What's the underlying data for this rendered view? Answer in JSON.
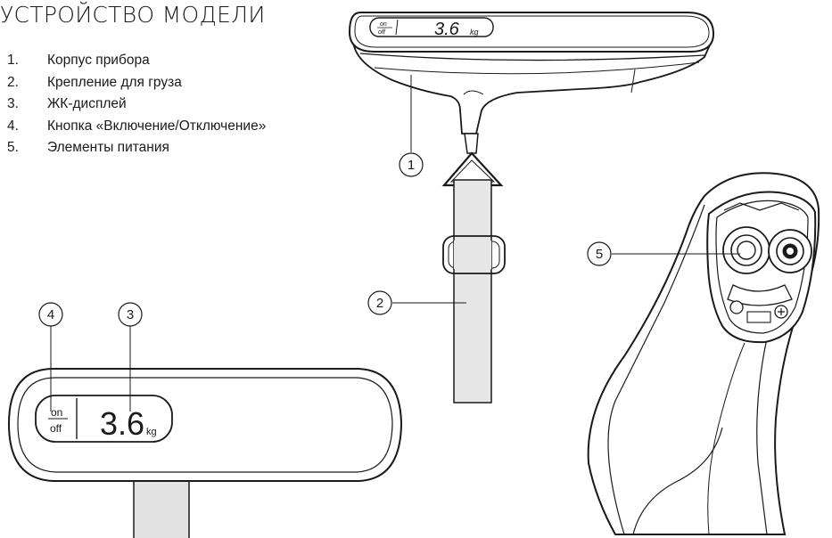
{
  "title": "УСТРОЙСТВО МОДЕЛИ",
  "parts": [
    {
      "num": "1.",
      "label": "Корпус прибора"
    },
    {
      "num": "2.",
      "label": "Крепление для груза"
    },
    {
      "num": "3.",
      "label": "ЖК-дисплей"
    },
    {
      "num": "4.",
      "label": "Кнопка «Включение/Отключение»"
    },
    {
      "num": "5.",
      "label": "Элементы питания"
    }
  ],
  "callouts": [
    "1",
    "2",
    "3",
    "4",
    "5"
  ],
  "display": {
    "on": "on",
    "off": "off",
    "reading": "3.6",
    "unit": "kg"
  }
}
